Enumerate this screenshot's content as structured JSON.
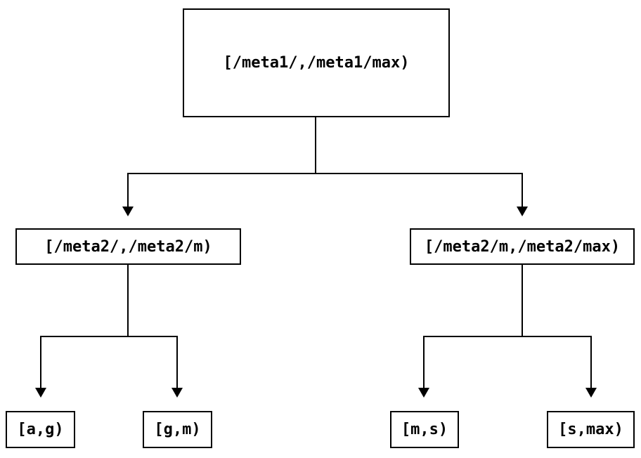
{
  "diagram": {
    "type": "binary-tree",
    "colors": {
      "background": "#ffffff",
      "line": "#000000",
      "text": "#000000",
      "node_fill": "#ffffff"
    },
    "tree": {
      "root": {
        "label": "[/meta1/,/meta1/max)",
        "children": [
          {
            "label": "[/meta2/,/meta2/m)",
            "children": [
              {
                "label": "[a,g)"
              },
              {
                "label": "[g,m)"
              }
            ]
          },
          {
            "label": "[/meta2/m,/meta2/max)",
            "children": [
              {
                "label": "[m,s)"
              },
              {
                "label": "[s,max)"
              }
            ]
          }
        ]
      }
    }
  }
}
